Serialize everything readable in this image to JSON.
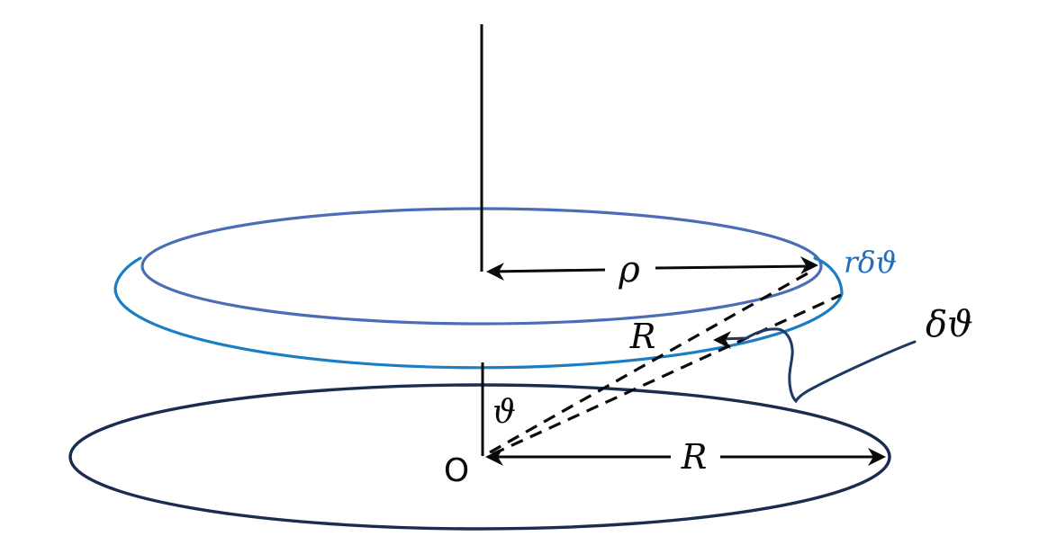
{
  "labels": {
    "rho": "ρ",
    "ring_element": "rδϑ",
    "delta_theta": "δϑ",
    "slant_radius": "R",
    "base_radius": "R",
    "theta": "ϑ",
    "origin": "O"
  },
  "colors": {
    "ring_top": "#4a6db6",
    "ring_bottom": "#1b7ec2",
    "base_ellipse": "#1a2c50",
    "leader": "#1f3864",
    "label_blue": "#2470b8",
    "ink": "#0a0a0a"
  }
}
